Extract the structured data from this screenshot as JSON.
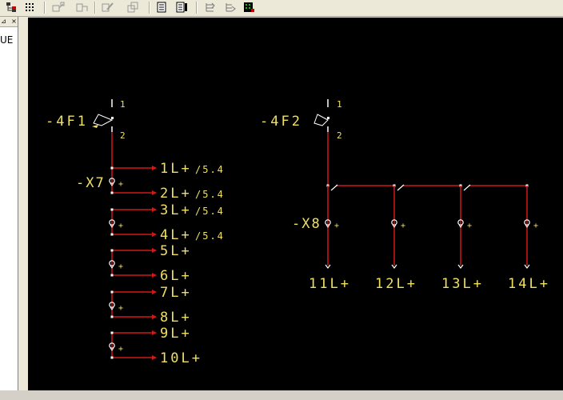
{
  "toolbar": {
    "icons": [
      "tree-view-icon",
      "grid-icon",
      "component-icon",
      "connect-icon",
      "edit-icon",
      "copy-icon",
      "page-icon",
      "list-icon",
      "move-up-icon",
      "move-down-icon",
      "grid-select-icon"
    ]
  },
  "side_panel": {
    "text": "UE"
  },
  "colors": {
    "canvas": "#000000",
    "wire": "#d01818",
    "label": "#f0e060",
    "node": "#ffffff"
  },
  "schematic": {
    "breaker1": {
      "label": "-4F1",
      "pin_top": "1",
      "pin_bottom": "2"
    },
    "breaker2": {
      "label": "-4F2",
      "pin_top": "1",
      "pin_bottom": "2"
    },
    "terminal1": {
      "label": "-X7",
      "plus": "+"
    },
    "terminal2": {
      "label": "-X8",
      "plus": "+"
    },
    "outputs_left": [
      {
        "label": "1L+",
        "ref": "/5.4"
      },
      {
        "label": "2L+",
        "ref": "/5.4"
      },
      {
        "label": "3L+",
        "ref": "/5.4"
      },
      {
        "label": "4L+",
        "ref": "/5.4"
      },
      {
        "label": "5L+",
        "ref": ""
      },
      {
        "label": "6L+",
        "ref": ""
      },
      {
        "label": "7L+",
        "ref": ""
      },
      {
        "label": "8L+",
        "ref": ""
      },
      {
        "label": "9L+",
        "ref": ""
      },
      {
        "label": "10L+",
        "ref": ""
      }
    ],
    "outputs_right": [
      {
        "label": "11L+"
      },
      {
        "label": "12L+"
      },
      {
        "label": "13L+"
      },
      {
        "label": "14L+"
      }
    ]
  }
}
